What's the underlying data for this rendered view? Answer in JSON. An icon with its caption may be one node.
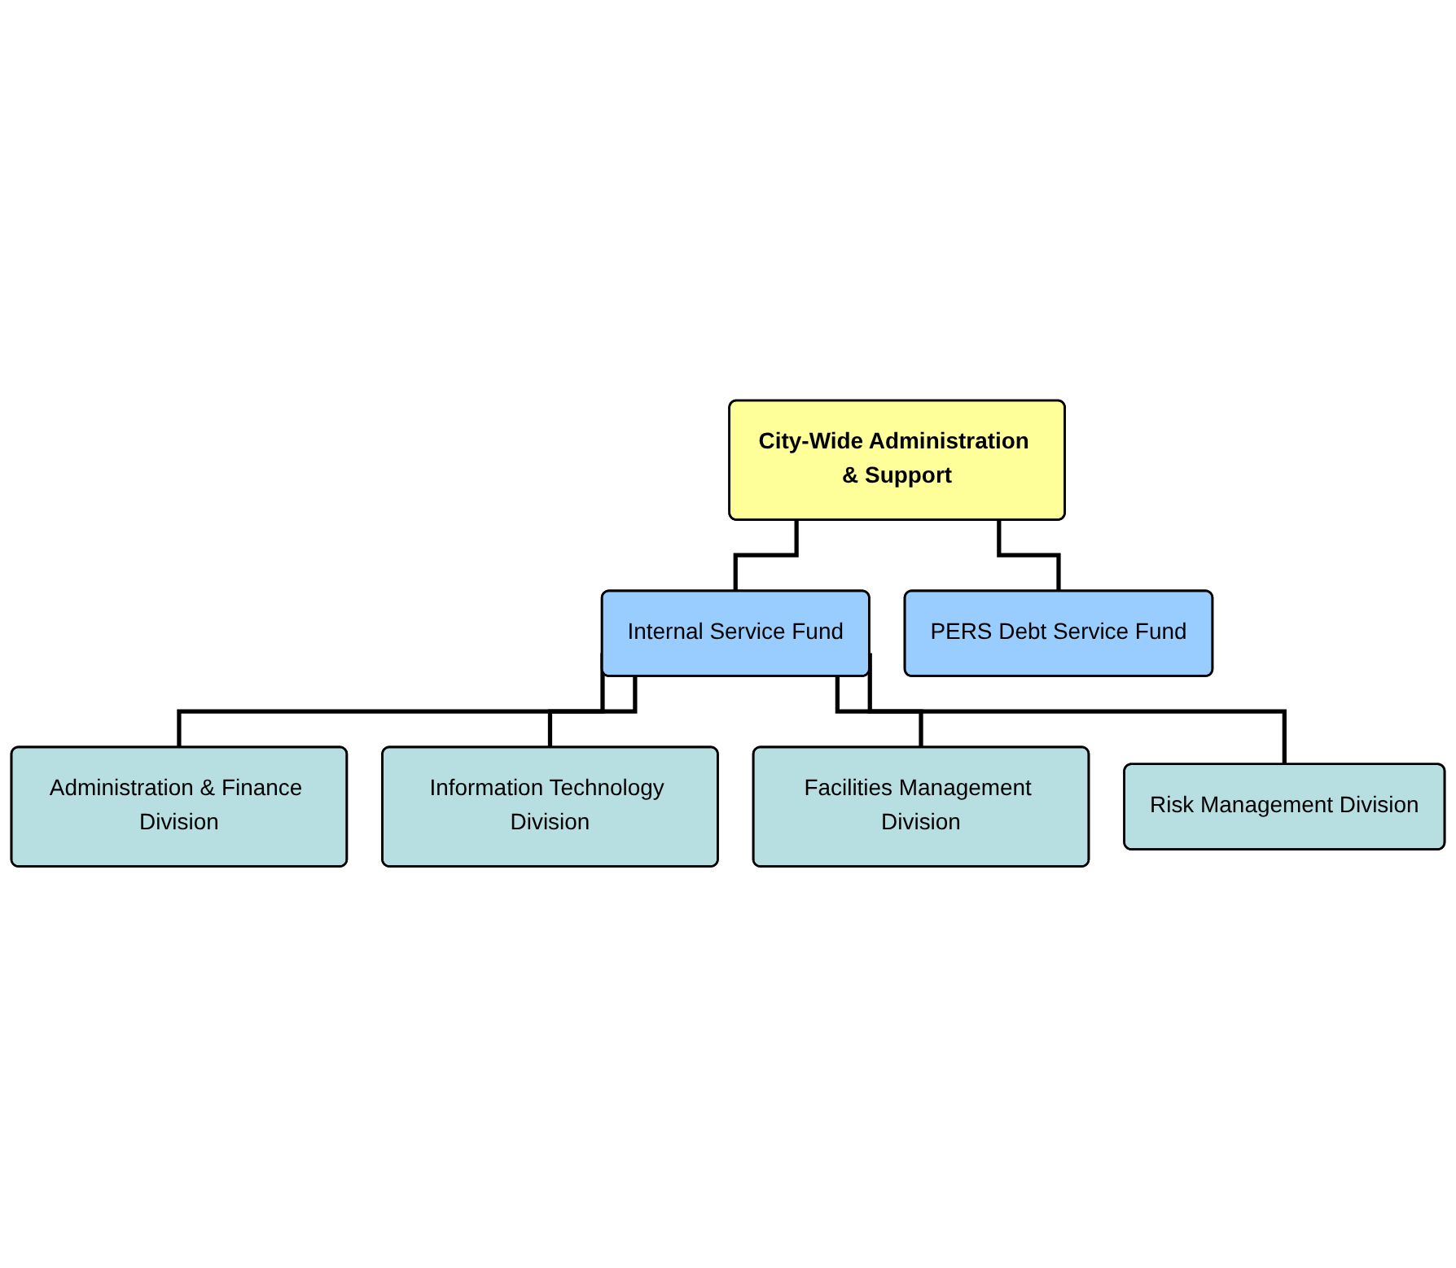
{
  "diagram": {
    "nodes": [
      {
        "text": [
          "City-Wide Administration & Support"
        ]
      },
      {
        "text": [
          "Internal Service Fund"
        ]
      },
      {
        "text": [
          "PERS Debt Service Fund"
        ]
      },
      {
        "text": [
          "Administration & Finance Division"
        ]
      },
      {
        "text": [
          "Information Technology Division"
        ]
      },
      {
        "text": [
          "Facilities Management Division"
        ]
      },
      {
        "text": [
          "Risk Management Division"
        ]
      }
    ],
    "edges": [
      {
        "from": 0,
        "to": 1,
        "arrow": "none"
      },
      {
        "from": 0,
        "to": 2,
        "arrow": "none"
      },
      {
        "from": 1,
        "to": 3,
        "arrow": "none"
      },
      {
        "from": 1,
        "to": 4,
        "arrow": "none"
      },
      {
        "from": 1,
        "to": 5,
        "arrow": "none"
      },
      {
        "from": 1,
        "to": 6,
        "arrow": "none"
      }
    ]
  }
}
